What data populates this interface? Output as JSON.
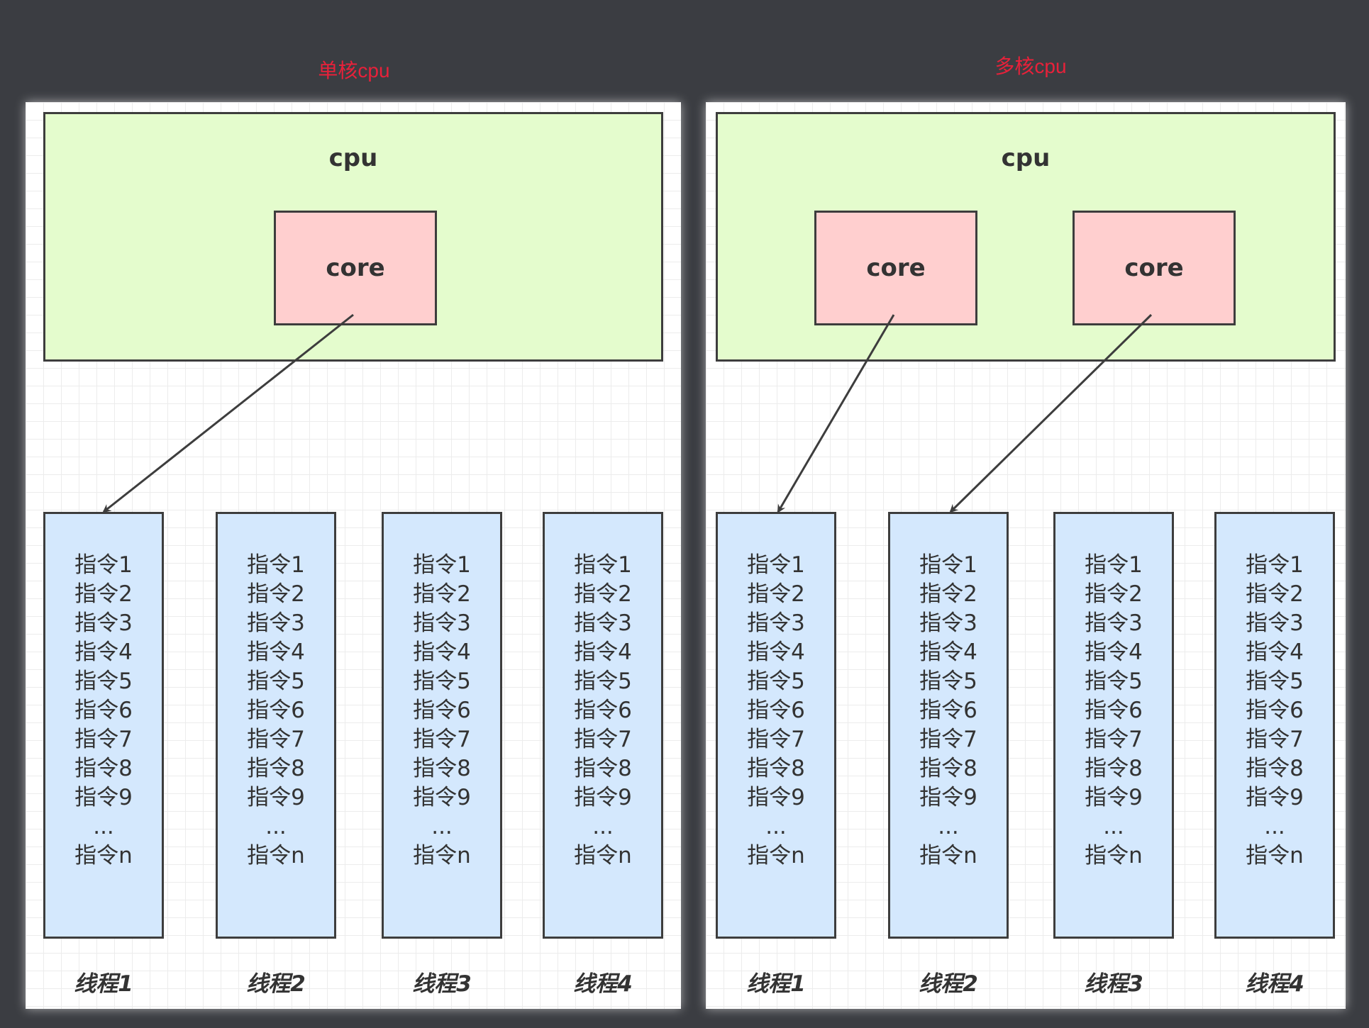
{
  "panels": [
    {
      "title": "单核cpu",
      "cpu_label": "cpu",
      "cores": [
        "core"
      ],
      "threads": [
        {
          "label": "线程1",
          "instructions": [
            "指令1",
            "指令2",
            "指令3",
            "指令4",
            "指令5",
            "指令6",
            "指令7",
            "指令8",
            "指令9",
            "...",
            "指令n"
          ]
        },
        {
          "label": "线程2",
          "instructions": [
            "指令1",
            "指令2",
            "指令3",
            "指令4",
            "指令5",
            "指令6",
            "指令7",
            "指令8",
            "指令9",
            "...",
            "指令n"
          ]
        },
        {
          "label": "线程3",
          "instructions": [
            "指令1",
            "指令2",
            "指令3",
            "指令4",
            "指令5",
            "指令6",
            "指令7",
            "指令8",
            "指令9",
            "...",
            "指令n"
          ]
        },
        {
          "label": "线程4",
          "instructions": [
            "指令1",
            "指令2",
            "指令3",
            "指令4",
            "指令5",
            "指令6",
            "指令7",
            "指令8",
            "指令9",
            "...",
            "指令n"
          ]
        }
      ],
      "arrows": [
        {
          "from_core": 0,
          "to_thread": 0
        }
      ]
    },
    {
      "title": "多核cpu",
      "cpu_label": "cpu",
      "cores": [
        "core",
        "core"
      ],
      "threads": [
        {
          "label": "线程1",
          "instructions": [
            "指令1",
            "指令2",
            "指令3",
            "指令4",
            "指令5",
            "指令6",
            "指令7",
            "指令8",
            "指令9",
            "...",
            "指令n"
          ]
        },
        {
          "label": "线程2",
          "instructions": [
            "指令1",
            "指令2",
            "指令3",
            "指令4",
            "指令5",
            "指令6",
            "指令7",
            "指令8",
            "指令9",
            "...",
            "指令n"
          ]
        },
        {
          "label": "线程3",
          "instructions": [
            "指令1",
            "指令2",
            "指令3",
            "指令4",
            "指令5",
            "指令6",
            "指令7",
            "指令8",
            "指令9",
            "...",
            "指令n"
          ]
        },
        {
          "label": "线程4",
          "instructions": [
            "指令1",
            "指令2",
            "指令3",
            "指令4",
            "指令5",
            "指令6",
            "指令7",
            "指令8",
            "指令9",
            "...",
            "指令n"
          ]
        }
      ],
      "arrows": [
        {
          "from_core": 0,
          "to_thread": 0
        },
        {
          "from_core": 1,
          "to_thread": 1
        }
      ]
    }
  ],
  "colors": {
    "title": "#e8213a",
    "cpu_fill": "#e4fccd",
    "core_fill": "#ffcfcf",
    "thread_fill": "#d4e8fd",
    "stroke": "#3d3d3d"
  }
}
